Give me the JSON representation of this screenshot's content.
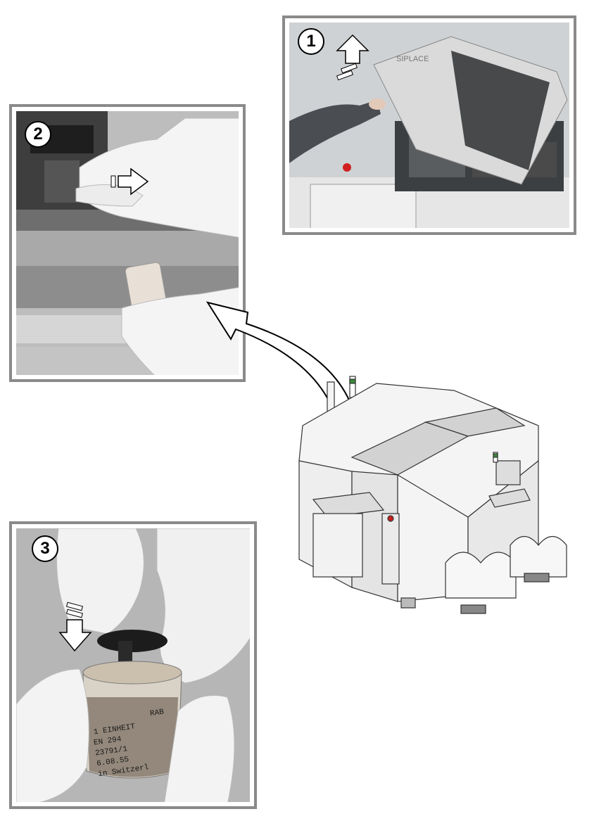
{
  "steps": [
    {
      "number": "1",
      "description_icon": "open-hood-photo"
    },
    {
      "number": "2",
      "description_icon": "remove-vial-photo"
    },
    {
      "number": "3",
      "description_icon": "insert-cartridge-photo"
    }
  ],
  "vial_label": {
    "line1": "1 EINHEIT",
    "line2": "RAB",
    "line3": "EN 294",
    "line4": "23791/1",
    "line5": "6.08.55",
    "line6": "in Switzerl"
  },
  "hood_label": "SIPLACE",
  "colors": {
    "frame": "#8a8a8a",
    "machine_line": "#333333",
    "machine_shade": "#d2d2d2"
  }
}
